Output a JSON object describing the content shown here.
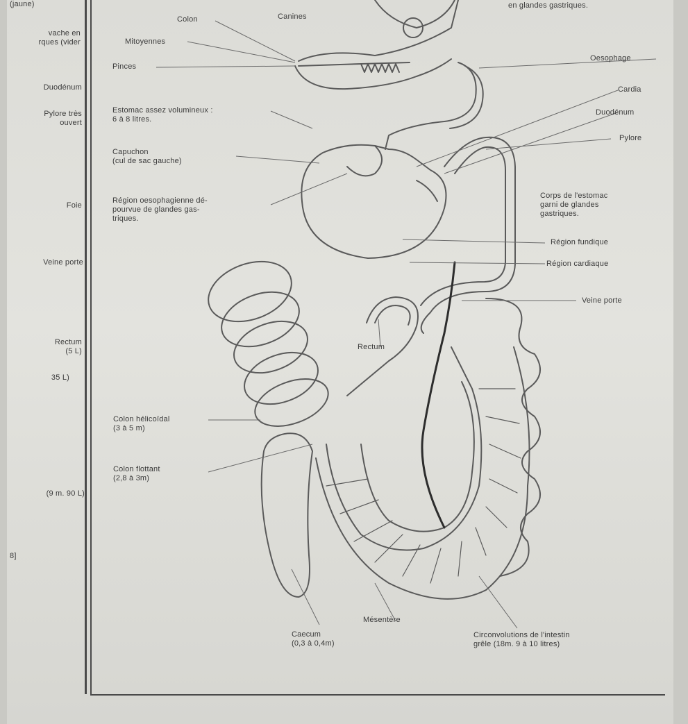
{
  "left_column": {
    "l1": "(jaune)",
    "l2": "vache en\nrques (vider",
    "l3": "Duodénum",
    "l4": "Pylore très\nouvert",
    "l5": "Foie",
    "l6": "Veine porte",
    "l7": "Rectum\n(5 L)",
    "l8": "35 L)",
    "l9": "(9 m.  90 L)",
    "l10": "8]"
  },
  "labels": {
    "colon_top": "Colon",
    "canines": "Canines",
    "mitoyennes": "Mitoyennes",
    "pinces": "Pinces",
    "estomac": "Estomac assez volumineux :\n6 à 8 litres.",
    "capuchon": "Capuchon\n(cul de sac gauche)",
    "region_oeso": "Région oesophagienne dé-\npourvue de glandes gas-\ntriques.",
    "glandes_top": "en glandes gastriques.",
    "oesophage": "Oesophage",
    "cardia": "Cardia",
    "duodenum": "Duodénum",
    "pylore": "Pylore",
    "corps_estomac": "Corps de l'estomac\ngarni de glandes\ngastriques.",
    "region_fundique": "Région fundique",
    "region_cardiaque": "Région cardiaque",
    "veine_porte": "Veine porte",
    "rectum": "Rectum",
    "colon_helicoidal": "Colon hélicoïdal\n(3 à 5 m)",
    "colon_flottant": "Colon flottant\n(2,8 à 3m)",
    "mesentere": "Mésentère",
    "caecum": "Caecum\n(0,3 à 0,4m)",
    "circonvolutions": "Circonvolutions de l'intestin\ngrêle  (18m.   9 à 10 litres)"
  }
}
